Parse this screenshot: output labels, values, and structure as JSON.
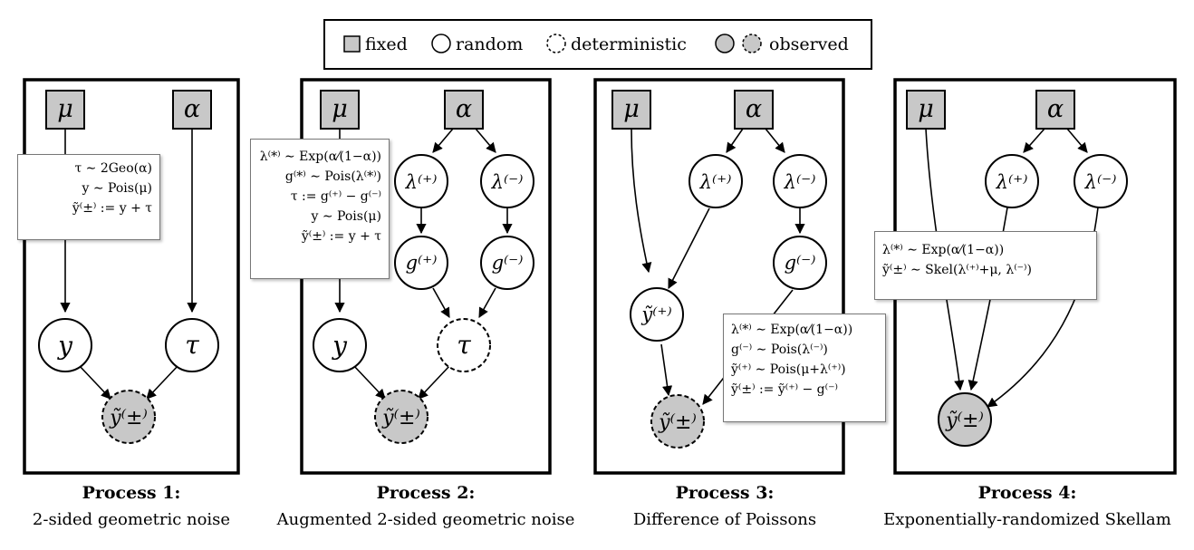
{
  "legend": {
    "fixed": "fixed",
    "random": "random",
    "deterministic": "deterministic",
    "observed": "observed"
  },
  "nodes": {
    "mu": "μ",
    "alpha": "α",
    "y": "y",
    "tau": "τ",
    "lambda_plus": "λ⁽⁺⁾",
    "lambda_minus": "λ⁽⁻⁾",
    "g_plus": "g⁽⁺⁾",
    "g_minus": "g⁽⁻⁾",
    "y_tilde_plus": "ỹ⁽⁺⁾",
    "y_tilde": "ỹ⁽±⁾"
  },
  "processes": [
    {
      "title": "Process 1:",
      "subtitle": "2-sided geometric noise",
      "equations": [
        "τ ∼ 2Geo(α)",
        "y ∼ Pois(μ)",
        "ỹ⁽±⁾ := y + τ"
      ]
    },
    {
      "title": "Process 2:",
      "subtitle": "Augmented 2-sided geometric noise",
      "equations": [
        "λ⁽*⁾ ∼ Exp(α⁄(1−α))",
        "g⁽*⁾ ∼ Pois(λ⁽*⁾)",
        "τ := g⁽⁺⁾ − g⁽⁻⁾",
        "y ∼ Pois(μ)",
        "ỹ⁽±⁾ := y + τ"
      ]
    },
    {
      "title": "Process 3:",
      "subtitle": "Difference of Poissons",
      "equations": [
        "λ⁽*⁾ ∼ Exp(α⁄(1−α))",
        "g⁽⁻⁾ ∼ Pois(λ⁽⁻⁾)",
        "ỹ⁽⁺⁾ ∼ Pois(μ+λ⁽⁺⁾)",
        "ỹ⁽±⁾ := ỹ⁽⁺⁾ − g⁽⁻⁾"
      ]
    },
    {
      "title": "Process 4:",
      "subtitle": "Exponentially-randomized Skellam",
      "equations": [
        "λ⁽*⁾ ∼ Exp(α⁄(1−α))",
        "ỹ⁽±⁾ ∼ Skel(λ⁽⁺⁾+μ, λ⁽⁻⁾)"
      ]
    }
  ]
}
